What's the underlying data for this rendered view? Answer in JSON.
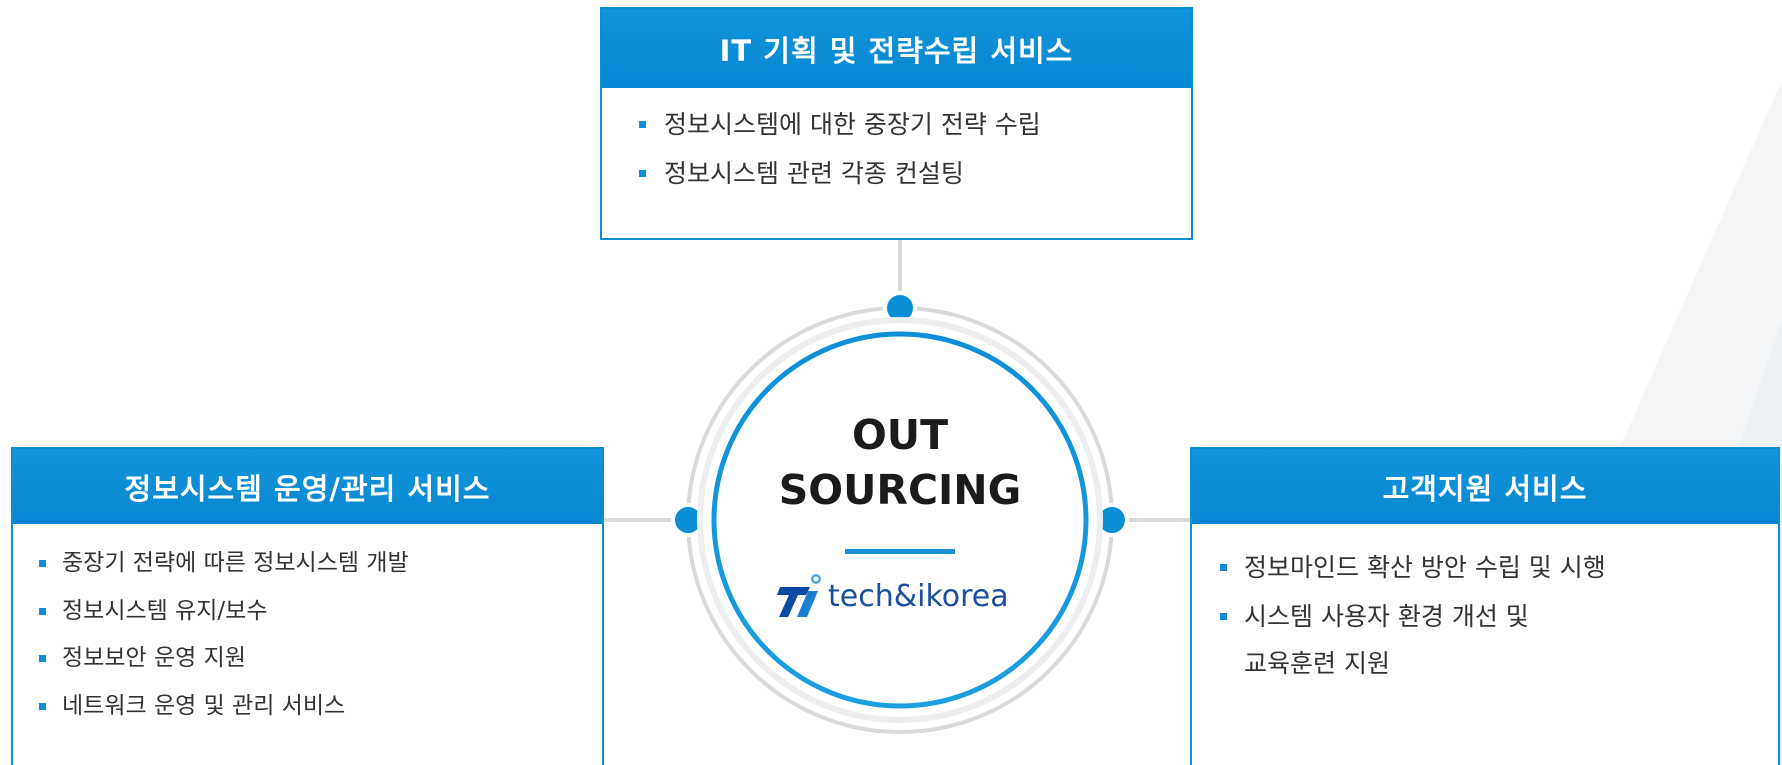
{
  "top_box": {
    "title": "IT 기획 및 전략수립 서비스",
    "items": [
      "정보시스템에 대한 중장기 전략 수립",
      "정보시스템 관련 각종 컨설팅"
    ]
  },
  "left_box": {
    "title": "정보시스템 운영/관리 서비스",
    "items": [
      "중장기 전략에 따른 정보시스템 개발",
      "정보시스템 유지/보수",
      "정보보안 운영 지원",
      "네트워크 운영 및 관리 서비스"
    ]
  },
  "right_box": {
    "title": "고객지원 서비스",
    "items": [
      "정보마인드 확산 방안 수립 및 시행",
      "시스템 사용자 환경 개선 및"
    ],
    "continuation": "교육훈련 지원"
  },
  "center": {
    "line1": "OUT",
    "line2": "SOURCING",
    "logo_text": "tech&ikorea",
    "logo_icon": "ti-logo-icon"
  },
  "colors": {
    "accent_blue": "#0a8fd6",
    "ring_gray": "#d9dadb",
    "text_dark": "#333333"
  }
}
